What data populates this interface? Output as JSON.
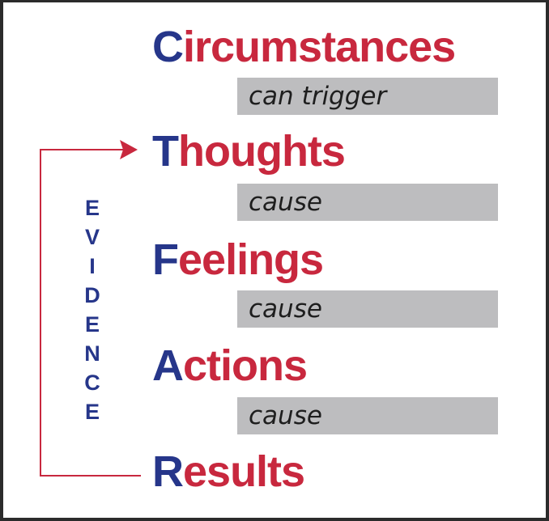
{
  "steps": [
    {
      "initial": "C",
      "rest": "ircumstances"
    },
    {
      "initial": "T",
      "rest": "houghts"
    },
    {
      "initial": "F",
      "rest": "eelings"
    },
    {
      "initial": "A",
      "rest": "ctions"
    },
    {
      "initial": "R",
      "rest": "esults"
    }
  ],
  "connectors": [
    "can trigger",
    "cause",
    "cause",
    "cause"
  ],
  "evidence_letters": [
    "E",
    "V",
    "I",
    "D",
    "E",
    "N",
    "C",
    "E"
  ],
  "colors": {
    "initial": "#26368a",
    "rest": "#c8283e",
    "connector_bar": "#bdbdbf",
    "arrow": "#c8283e",
    "evidence": "#26368a"
  }
}
